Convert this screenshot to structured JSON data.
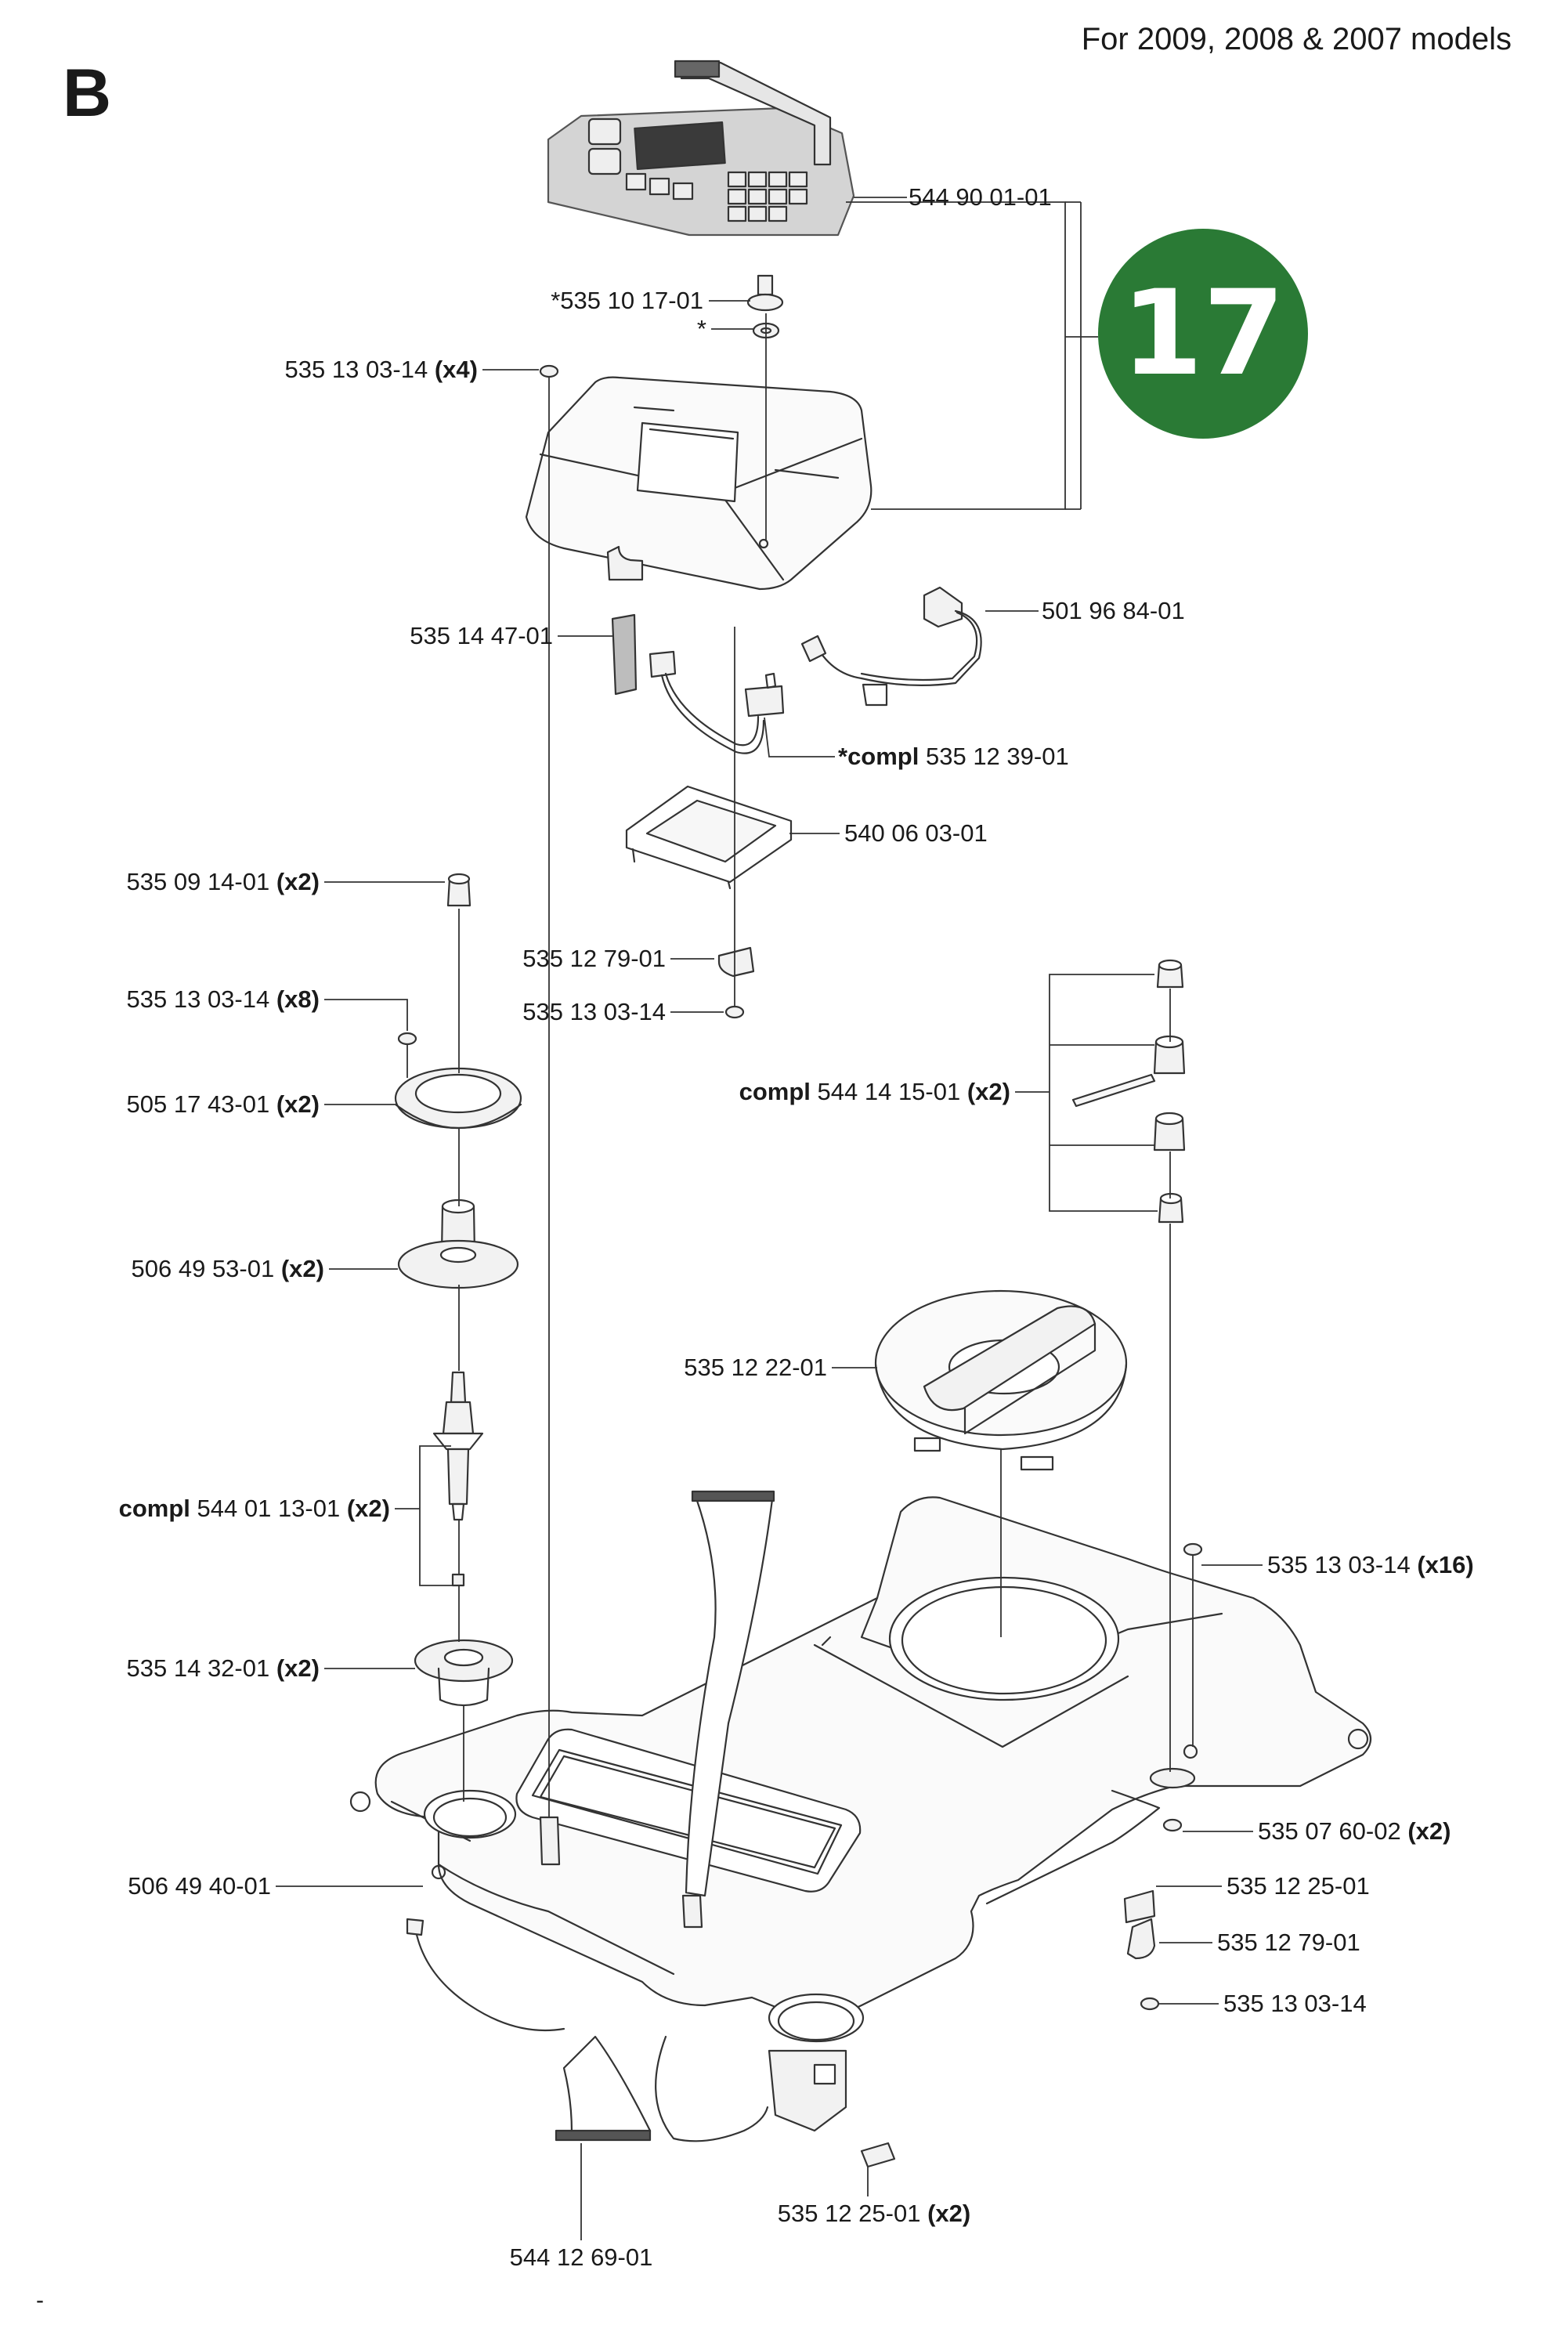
{
  "header": {
    "section_letter": "B",
    "models_note": "For 2009, 2008 & 2007 models"
  },
  "badge": {
    "number": "17",
    "color": "#2a7a35"
  },
  "footer_mark": "-",
  "colors": {
    "line": "#333333",
    "fill_light": "#f2f2f2",
    "keypad_grey": "#c8c8c8"
  },
  "parts": [
    {
      "id": "p1",
      "prefix": "",
      "code": "544 90 01-01",
      "qty": ""
    },
    {
      "id": "p2",
      "prefix": "",
      "code": "*535 10 17-01",
      "qty": ""
    },
    {
      "id": "p3",
      "prefix": "",
      "code": "*",
      "qty": ""
    },
    {
      "id": "p4",
      "prefix": "",
      "code": "535 13 03-14",
      "qty": "(x4)"
    },
    {
      "id": "p5",
      "prefix": "",
      "code": "501 96 84-01",
      "qty": ""
    },
    {
      "id": "p6",
      "prefix": "",
      "code": "535 14 47-01",
      "qty": ""
    },
    {
      "id": "p7",
      "prefix": "*compl",
      "code": "535 12 39-01",
      "qty": ""
    },
    {
      "id": "p8",
      "prefix": "",
      "code": "540 06 03-01",
      "qty": ""
    },
    {
      "id": "p9",
      "prefix": "",
      "code": "535 09 14-01",
      "qty": "(x2)"
    },
    {
      "id": "p10",
      "prefix": "",
      "code": "535 12 79-01",
      "qty": ""
    },
    {
      "id": "p11",
      "prefix": "",
      "code": "535 13 03-14",
      "qty": ""
    },
    {
      "id": "p12",
      "prefix": "",
      "code": "535 13 03-14",
      "qty": "(x8)"
    },
    {
      "id": "p13",
      "prefix": "",
      "code": "505 17 43-01",
      "qty": "(x2)"
    },
    {
      "id": "p14",
      "prefix": "compl",
      "code": "544 14 15-01",
      "qty": "(x2)"
    },
    {
      "id": "p15",
      "prefix": "",
      "code": "506 49 53-01",
      "qty": "(x2)"
    },
    {
      "id": "p16",
      "prefix": "",
      "code": "535 12 22-01",
      "qty": ""
    },
    {
      "id": "p17",
      "prefix": "compl",
      "code": "544 01 13-01",
      "qty": "(x2)"
    },
    {
      "id": "p18",
      "prefix": "",
      "code": "535 13 03-14",
      "qty": "(x16)"
    },
    {
      "id": "p19",
      "prefix": "",
      "code": "535 14 32-01",
      "qty": "(x2)"
    },
    {
      "id": "p20",
      "prefix": "",
      "code": "535 07 60-02",
      "qty": "(x2)"
    },
    {
      "id": "p21",
      "prefix": "",
      "code": "506 49 40-01",
      "qty": ""
    },
    {
      "id": "p22",
      "prefix": "",
      "code": "535 12 25-01",
      "qty": ""
    },
    {
      "id": "p23",
      "prefix": "",
      "code": "535 12 79-01",
      "qty": ""
    },
    {
      "id": "p24",
      "prefix": "",
      "code": "535 13 03-14",
      "qty": ""
    },
    {
      "id": "p25",
      "prefix": "",
      "code": "535 12 25-01",
      "qty": "(x2)"
    },
    {
      "id": "p26",
      "prefix": "",
      "code": "544 12 69-01",
      "qty": ""
    }
  ]
}
